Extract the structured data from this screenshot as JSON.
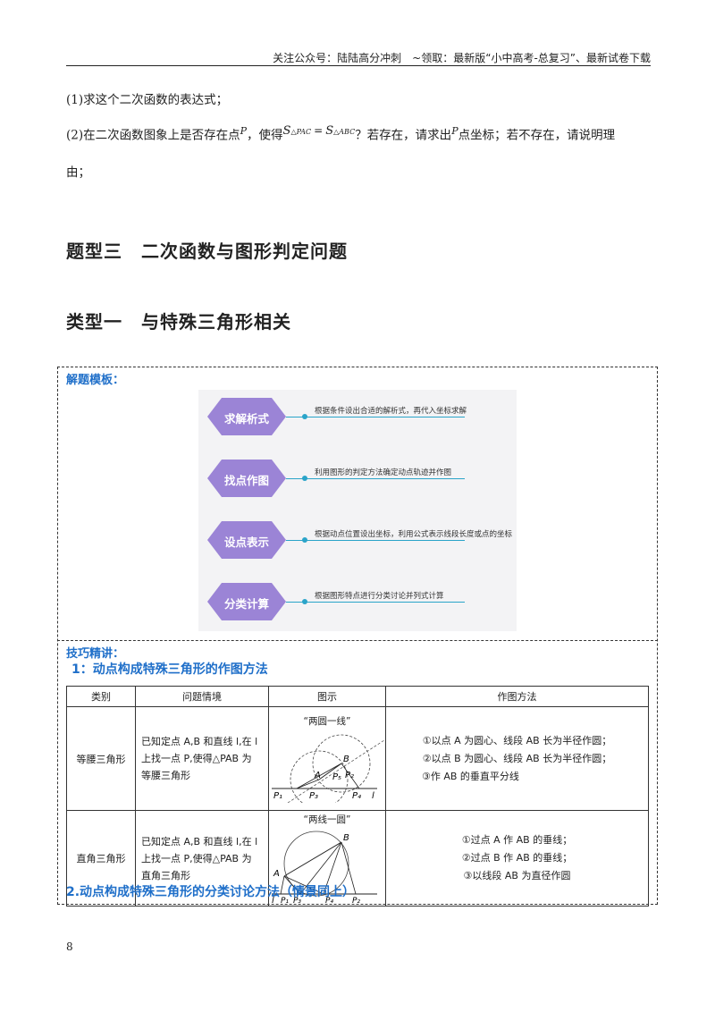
{
  "header": {
    "text": "关注公众号：陆陆高分冲刺　~领取：最新版“小中高考-总复习”、最新试卷下载"
  },
  "questions": {
    "q1": "(1)求这个二次函数的表达式；",
    "q2_prefix": "(2)在二次函数图象上是否存在点",
    "q2_P": "P",
    "q2_mid": "，使得",
    "q2_S1": "S",
    "q2_S1_sub": "△PAC",
    "q2_eq": "=",
    "q2_S2": "S",
    "q2_S2_sub": "△ABC",
    "q2_suffix": "？若存在，请求出",
    "q2_P2": "P",
    "q2_end": "点坐标；若不存在，请说明理",
    "q2_cont": "由；"
  },
  "headings": {
    "h1": "题型三　二次函数与图形判定问题",
    "h2": "类型一　与特殊三角形相关"
  },
  "template": {
    "label": "解题模板：",
    "steps": [
      {
        "name": "求解析式",
        "desc": "根据条件设出合适的解析式，再代入坐标求解"
      },
      {
        "name": "找点作图",
        "desc": "利用图形的判定方法确定动点轨迹并作图"
      },
      {
        "name": "设点表示",
        "desc": "根据动点位置设出坐标，利用公式表示线段长度或点的坐标"
      },
      {
        "name": "分类计算",
        "desc": "根据图形特点进行分类讨论并列式计算"
      }
    ]
  },
  "tips": {
    "label": "技巧精讲：",
    "sub1": "1：动点构成特殊三角形的作图方法",
    "sub2": "2.动点构成特殊三角形的分类讨论方法（情景同上）"
  },
  "table": {
    "headers": [
      "类别",
      "问题情境",
      "图示",
      "作图方法"
    ],
    "rows": [
      {
        "category": "等腰三角形",
        "situation": [
          "已知定点 A,B 和直线 l,在 l",
          "上找一点 P,使得△PAB 为",
          "等腰三角形"
        ],
        "figure_caption": "“两圆一线”",
        "method": [
          "①以点 A 为圆心、线段 AB 长为半径作圆；",
          "②以点 B 为圆心、线段 AB 长为半径作圆；",
          "③作 AB 的垂直平分线"
        ]
      },
      {
        "category": "直角三角形",
        "situation": [
          "已知定点 A,B 和直线 l,在 l",
          "上找一点 P,使得△PAB 为",
          "直角三角形"
        ],
        "figure_caption": "“两线一圆”",
        "method": [
          "①过点 A 作 AB 的垂线；",
          "②过点 B 作 AB 的垂线；",
          "③以线段 AB 为直径作圆"
        ]
      }
    ]
  },
  "page_number": "8",
  "colors": {
    "accent_blue": "#1f6fc9",
    "diamond_purple": "#9b84d6",
    "line_teal": "#2aa4c9"
  }
}
